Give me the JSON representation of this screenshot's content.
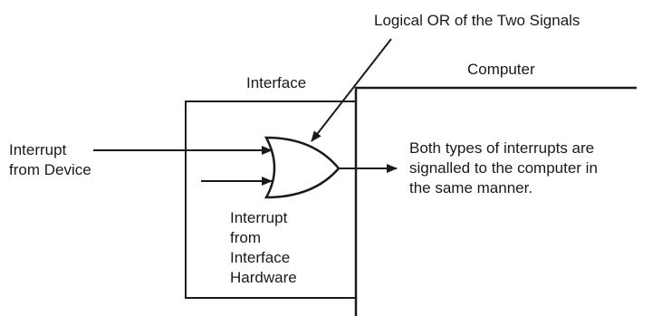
{
  "colors": {
    "ink": "#1a1a1a",
    "background": "#ffffff"
  },
  "labels": {
    "or_note": "Logical OR of the Two Signals",
    "computer": "Computer",
    "interface": "Interface",
    "device_input": [
      "Interrupt",
      "from Device"
    ],
    "output_note": [
      "Both types of interrupts are",
      "signalled to the computer in",
      "the same manner."
    ],
    "hardware_input": [
      "Interrupt",
      "from",
      "Interface",
      "Hardware"
    ]
  }
}
